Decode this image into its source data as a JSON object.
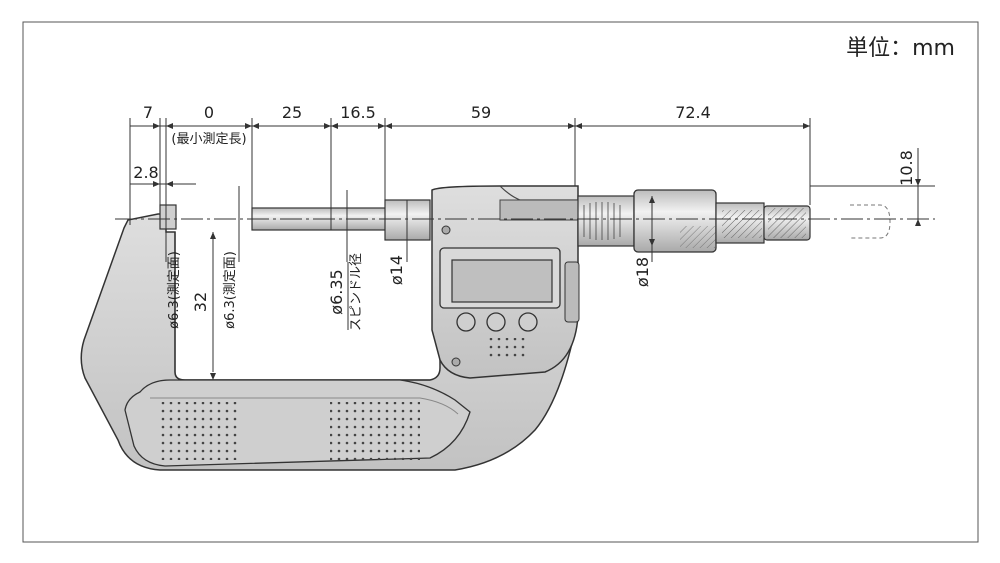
{
  "unit_label": "単位：mm",
  "dimensions": {
    "d7": "7",
    "d0": "0",
    "min_length": "(最小測定長)",
    "d25": "25",
    "d16_5": "16.5",
    "d59": "59",
    "d72_4": "72.4",
    "d2_8": "2.8",
    "d10_8": "10.8",
    "anvil_dia": "ø6.3(測定面)",
    "spindle_face_dia": "ø6.3(測定面)",
    "throat_depth": "32",
    "spindle_dia": "ø6.35",
    "spindle_dia_label": "スピンドル径",
    "sleeve_dia": "ø14",
    "thimble_dia": "ø18"
  },
  "colors": {
    "body": "#d4d4d4",
    "body_dark": "#a8a8a8",
    "outline": "#333333"
  }
}
